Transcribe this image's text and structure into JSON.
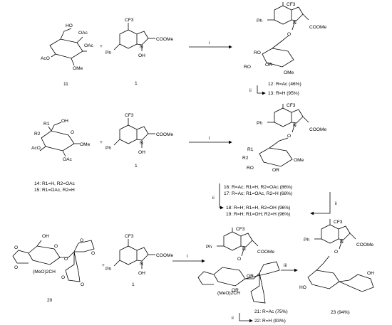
{
  "row1": {
    "sm_labels": {
      "ho": "HO",
      "oac_top": "OAc",
      "aco": "AcO",
      "oac_mid": "OAc",
      "ome": "OMe"
    },
    "sm_number": "11",
    "plus": "+",
    "reagent": {
      "cf3": "CF3",
      "ph": "Ph",
      "coome": "COOMe",
      "n": "N",
      "oh": "OH",
      "number": "1"
    },
    "step_i": "i",
    "product": {
      "cf3": "CF3",
      "ph": "Ph",
      "n": "N",
      "coome": "COOMe",
      "o": "O",
      "ro1": "RO",
      "ro2": "RO",
      "or": "OR",
      "ome": "OMe"
    },
    "result_a": "12: R=Ac (46%)",
    "step_ii": "ii",
    "result_b": "13: R=H (95%)"
  },
  "row2": {
    "sm_labels": {
      "r1": "R1",
      "r2": "R2",
      "oh": "OH",
      "aco": "AcO",
      "oac": "OAc",
      "ome": "OMe",
      "o": "O"
    },
    "sm_a": "14: R1=H, R2=OAc",
    "sm_b": "15: R1=OAc, R2=H",
    "plus": "+",
    "reagent": {
      "cf3": "CF3",
      "ph": "Ph",
      "coome": "COOMe",
      "n": "N",
      "oh": "OH",
      "number": "1"
    },
    "step_i": "i",
    "product": {
      "cf3": "CF3",
      "ph": "Ph",
      "n": "N",
      "coome": "COOMe",
      "o": "O",
      "r1": "R1",
      "r2": "R2",
      "ro": "RO",
      "or": "OR",
      "ome": "OMe"
    },
    "result_16": "16: R=Ac; R1=H, R2=OAc (86%)",
    "result_17": "17: R=Ac; R1=OAc, R2=H (68%)",
    "step_ii_left": "ii",
    "step_ii_right": "ii",
    "result_18": "18: R=H; R1=H, R2=OH (96%)",
    "result_19": "19: R=H; R1=OH; R2=H (96%)"
  },
  "row3": {
    "sm_labels": {
      "oh": "OH",
      "o1": "O",
      "o2": "O",
      "o3": "O",
      "o4": "O",
      "o5": "O",
      "o6": "O",
      "o7": "O",
      "o8": "O",
      "meo2c": "(MeO)2CH"
    },
    "sm_number": "20",
    "plus": "+",
    "reagent": {
      "cf3": "CF3",
      "ph": "Ph",
      "coome": "COOMe",
      "n": "N",
      "oh": "OH",
      "number": "1"
    },
    "step_i": "i",
    "intermediate": {
      "cf3": "CF3",
      "ph": "Ph",
      "n": "N",
      "coome": "COOMe",
      "o": "O",
      "or1": "OR",
      "or2": "OR",
      "meo2c": "(MeO)2CH"
    },
    "result_21": "21: R=Ac (75%)",
    "step_ii": "ii",
    "result_22": "22: R=H (93%)",
    "step_iii": "iii",
    "product": {
      "cf3": "CF3",
      "ph": "Ph",
      "n": "N",
      "coome": "COOMe",
      "o": "O",
      "oh": "OH",
      "ho": "HO"
    },
    "product_number": "23 (94%)"
  }
}
